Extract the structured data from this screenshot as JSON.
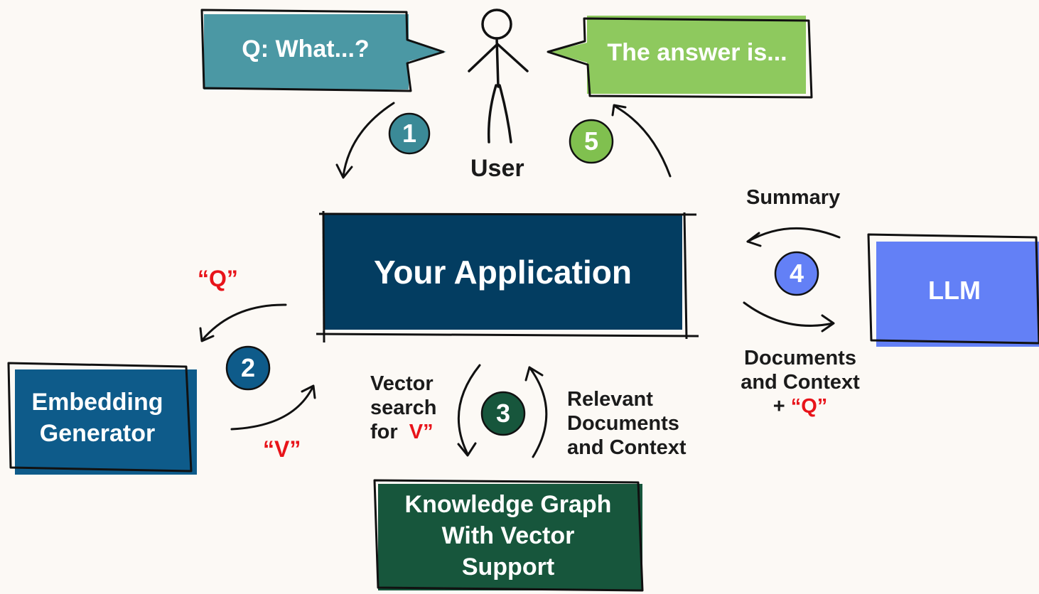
{
  "user": {
    "label": "User",
    "question_bubble": "Q: What...?",
    "answer_bubble": "The answer is..."
  },
  "app": {
    "label": "Your Application"
  },
  "embedding": {
    "line1": "Embedding",
    "line2": "Generator"
  },
  "knowledge_graph": {
    "line1": "Knowledge Graph",
    "line2": "With Vector",
    "line3": "Support"
  },
  "llm": {
    "label": "LLM"
  },
  "steps": [
    "1",
    "2",
    "3",
    "4",
    "5"
  ],
  "step2": {
    "q_label": "“Q”",
    "v_label": "“V”"
  },
  "step3": {
    "left_line1": "Vector",
    "left_line2": "search",
    "left_line3_prefix": "for ",
    "left_line3_var": "V”",
    "right_line1": "Relevant",
    "right_line2": "Documents",
    "right_line3": "and Context"
  },
  "step4": {
    "summary": "Summary",
    "docs_line1": "Documents",
    "docs_line2": "and Context",
    "docs_line3_prefix": "+ ",
    "docs_line3_var": "“Q”"
  },
  "colors": {
    "background": "#fcf9f5",
    "app_box": "#033d61",
    "question_bubble": "#4b98a4",
    "answer_bubble": "#8ec95e",
    "embedding_box": "#0e5b8a",
    "knowledge_graph_box": "#17563c",
    "llm_box": "#6380f6",
    "step1": "#3b8a97",
    "step2": "#0e5b8a",
    "step3": "#17563c",
    "step4": "#6380f6",
    "step5": "#80c04f",
    "highlight_red": "#e8141a"
  }
}
